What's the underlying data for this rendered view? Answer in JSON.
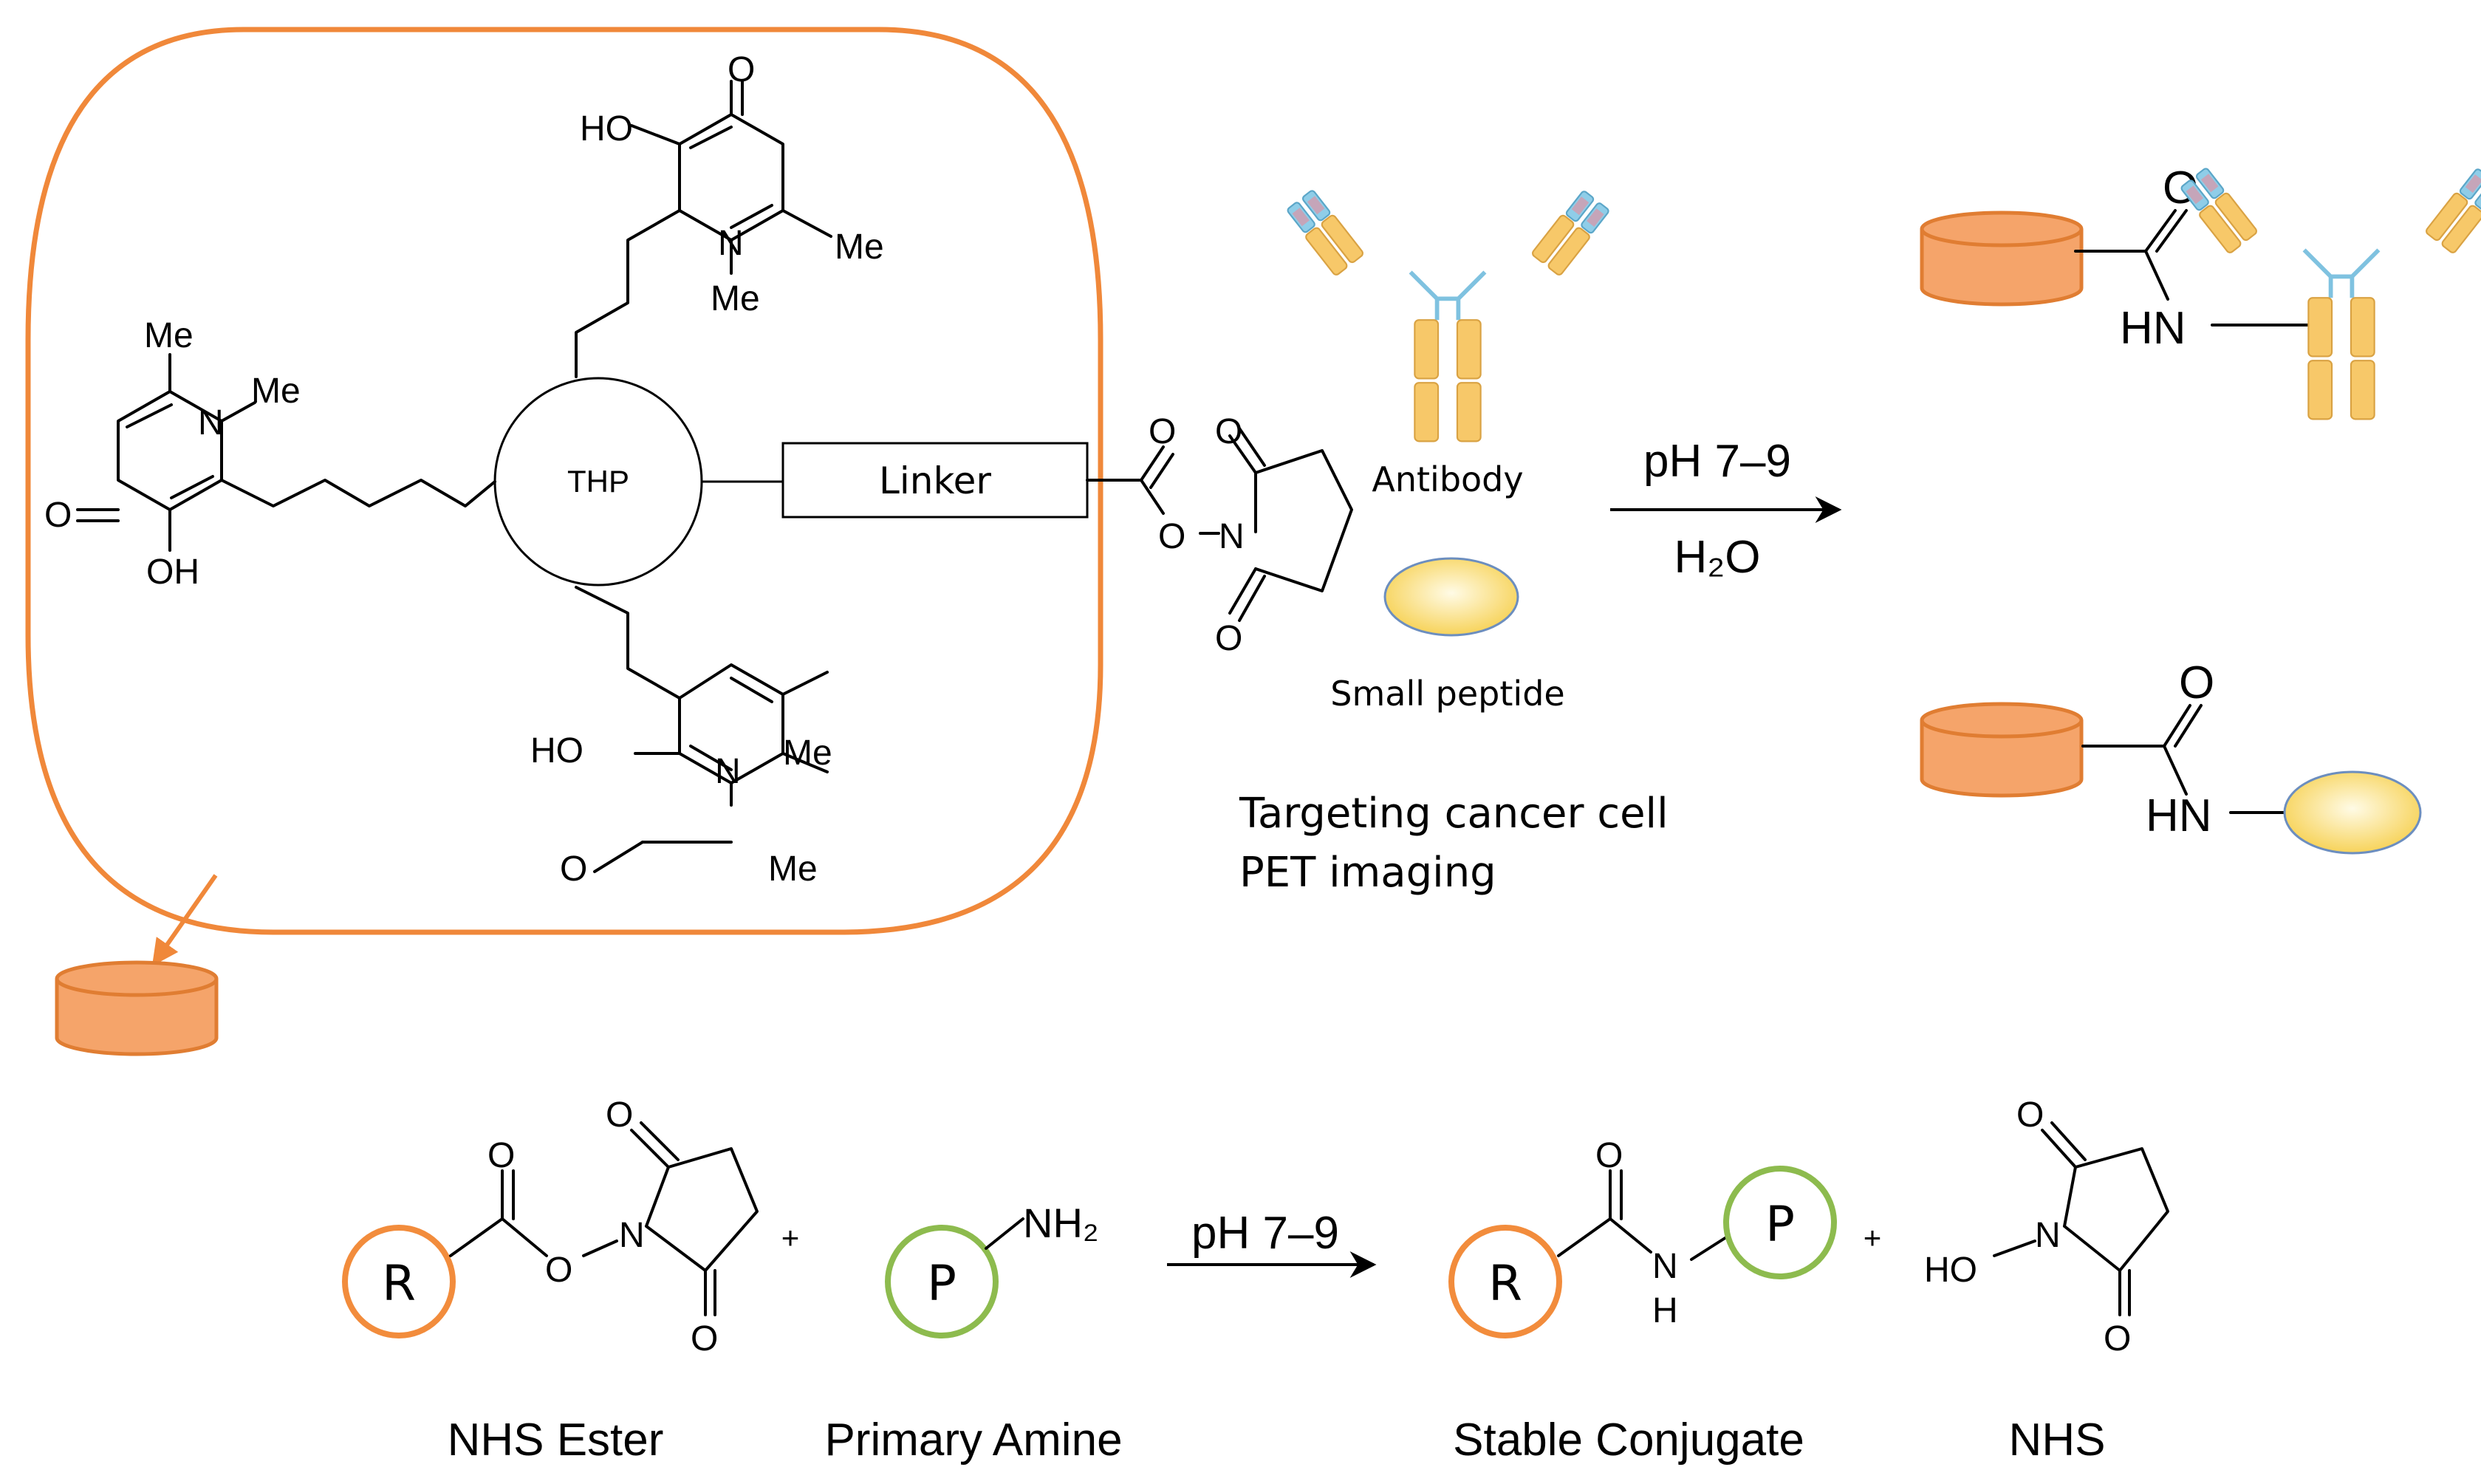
{
  "colors": {
    "accent_orange": "#F0883A",
    "disk_fill": "#F5A46A",
    "peptide_fill": "#F9DE78",
    "r_ring": "#F28C3C",
    "p_ring": "#8DBB4E",
    "antibody_gold": "#F7C869",
    "antibody_blue": "#7FC2E0"
  },
  "top": {
    "core_label": "THP",
    "linker_label": "Linker",
    "antibody_label": "Antibody",
    "peptide_label": "Small peptide",
    "condition_top": "pH 7–9",
    "condition_bottom": "H₂O",
    "caption_line1": "Targeting cancer cell",
    "caption_line2": "PET imaging",
    "atoms": {
      "oxygen": "O",
      "hydroxyl": "HO",
      "hydroxyl_right": "OH",
      "nitrogen": "N",
      "methyl": "Me",
      "amide_nh": "HN"
    }
  },
  "bottom": {
    "reagent_r": "R",
    "reagent_p": "P",
    "amine_group": "NH₂",
    "plus": "+",
    "condition": "pH 7–9",
    "amide_n": "N",
    "amide_h": "H",
    "hydroxyl": "HO",
    "labels": {
      "nhs_ester": "NHS Ester",
      "primary_amine": "Primary Amine",
      "stable_conjugate": "Stable Conjugate",
      "nhs": "NHS"
    }
  }
}
